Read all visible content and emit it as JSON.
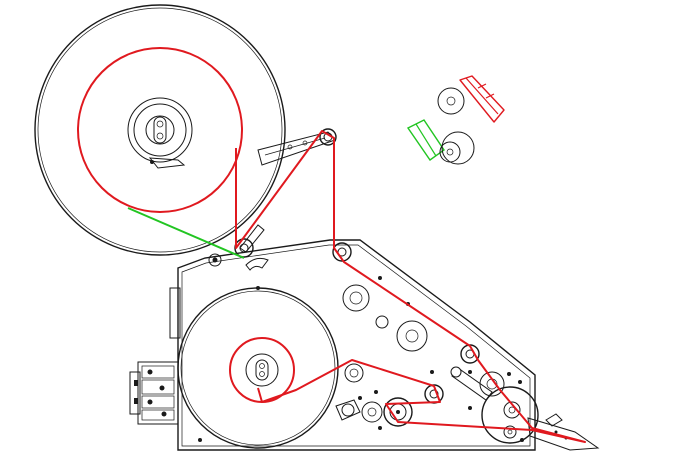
{
  "diagram": {
    "colors": {
      "outline": "#1a1a1a",
      "label_web": "#e0191f",
      "backing_liner": "#22c522",
      "background": "#ffffff"
    },
    "parts": [
      "supply-reel",
      "backing-rewind-reel",
      "machine-plate",
      "guide-rollers",
      "peel-plate",
      "drive-motor",
      "label-roll-icon",
      "liner-roll-icon"
    ]
  }
}
